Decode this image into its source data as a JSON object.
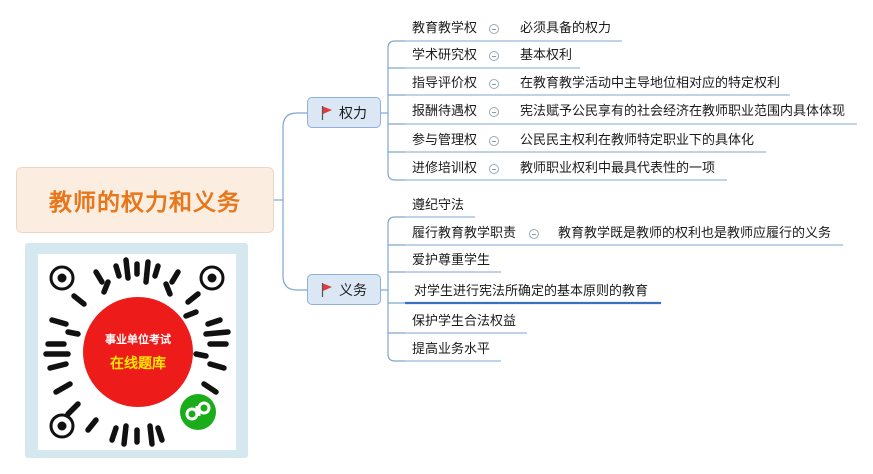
{
  "title": "教师的权力和义务",
  "branches": {
    "rights": {
      "label": "权力",
      "items": [
        {
          "name": "教育教学权",
          "desc": "必须具备的权力"
        },
        {
          "name": "学术研究权",
          "desc": "基本权利"
        },
        {
          "name": "指导评价权",
          "desc": "在教育教学活动中主导地位相对应的特定权利"
        },
        {
          "name": "报酬待遇权",
          "desc": "宪法赋予公民享有的社会经济在教师职业范围内具体体现"
        },
        {
          "name": "参与管理权",
          "desc": "公民民主权利在教师特定职业下的具体化"
        },
        {
          "name": "进修培训权",
          "desc": "教师职业权利中最具代表性的一项"
        }
      ]
    },
    "duties": {
      "label": "义务",
      "items": [
        {
          "name": "遵纪守法"
        },
        {
          "name": "履行教育教学职责",
          "desc": "教育教学既是教师的权利也是教师应履行的义务"
        },
        {
          "name": "爱护尊重学生"
        },
        {
          "name": "对学生进行宪法所确定的基本原则的教育"
        },
        {
          "name": "保护学生合法权益"
        },
        {
          "name": "提高业务水平"
        }
      ]
    }
  },
  "qr": {
    "line1": "事业单位考试",
    "line2": "在线题库"
  },
  "colors": {
    "title": "#e8761b",
    "line": "#7fa6d0",
    "flag": "#e23b3b"
  }
}
